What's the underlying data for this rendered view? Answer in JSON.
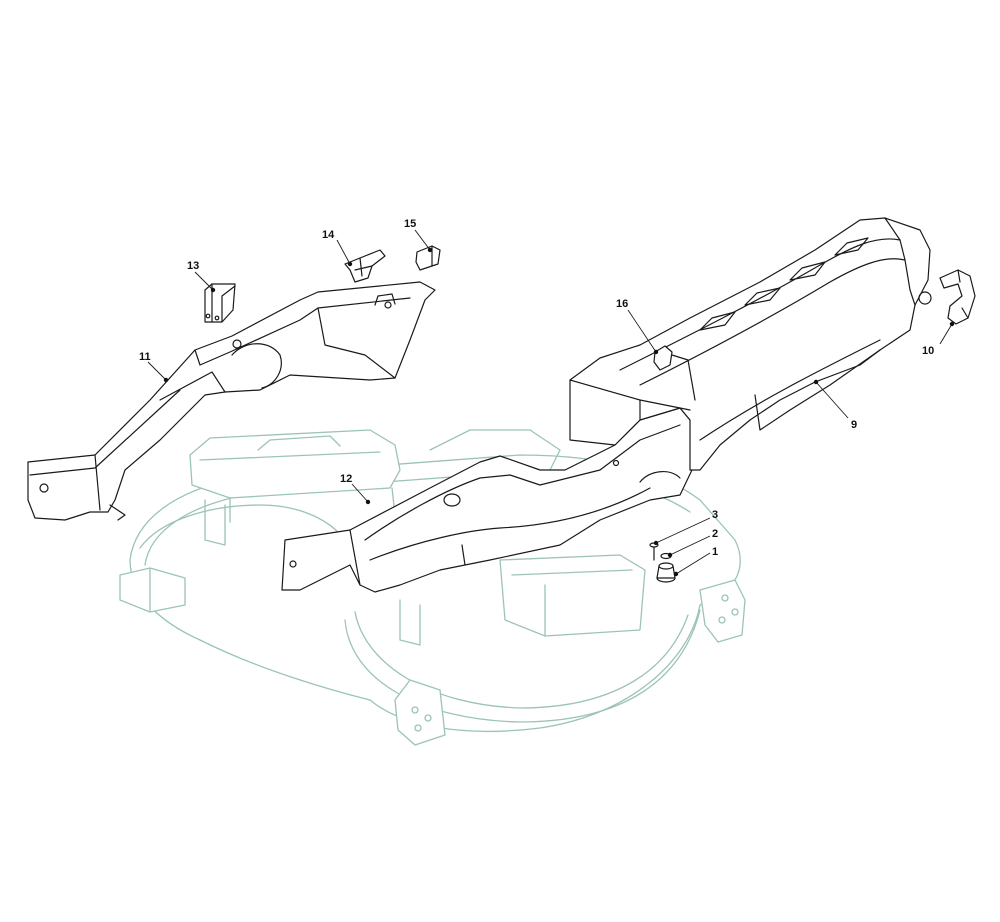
{
  "colors": {
    "line": "#1a1a1a",
    "ghost": "#9cc3b8",
    "background": "#ffffff"
  },
  "callouts": [
    {
      "id": "1",
      "label": "1"
    },
    {
      "id": "2",
      "label": "2"
    },
    {
      "id": "3",
      "label": "3"
    },
    {
      "id": "9",
      "label": "9"
    },
    {
      "id": "10",
      "label": "10"
    },
    {
      "id": "11",
      "label": "11"
    },
    {
      "id": "12",
      "label": "12"
    },
    {
      "id": "13",
      "label": "13"
    },
    {
      "id": "14",
      "label": "14"
    },
    {
      "id": "15",
      "label": "15"
    },
    {
      "id": "16",
      "label": "16"
    }
  ]
}
